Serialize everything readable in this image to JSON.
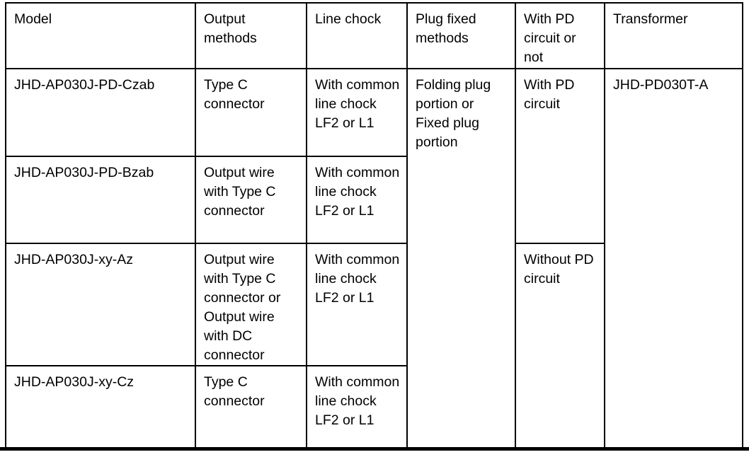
{
  "page": {
    "background": "#ffffff",
    "border_color": "#000000",
    "text_color": "#000000"
  },
  "table": {
    "headers": [
      "Model",
      "Output methods",
      "Line chock",
      "Plug fixed methods",
      "With PD circuit or not",
      "Transformer"
    ],
    "rows": [
      {
        "model": "JHD-AP030J-PD-Czab",
        "output_methods": "Type C connector",
        "line_chock": "With common line chock LF2 or L1"
      },
      {
        "model": "JHD-AP030J-PD-Bzab",
        "output_methods": "Output wire with Type C connector",
        "line_chock": "With common line chock LF2 or L1"
      },
      {
        "model": "JHD-AP030J-xy-Az",
        "output_methods": "Output wire with Type C connector or Output wire with DC connector",
        "line_chock": "With common line chock LF2 or L1"
      },
      {
        "model": "JHD-AP030J-xy-Cz",
        "output_methods": "Type C connector",
        "line_chock": "With common line chock LF2 or L1"
      }
    ],
    "merged_cells": {
      "plug_fixed_methods": "Folding plug portion or Fixed plug portion",
      "with_pd_circuit": "With PD circuit",
      "without_pd_circuit": "Without PD circuit",
      "transformer": "JHD-PD030T-A"
    }
  }
}
